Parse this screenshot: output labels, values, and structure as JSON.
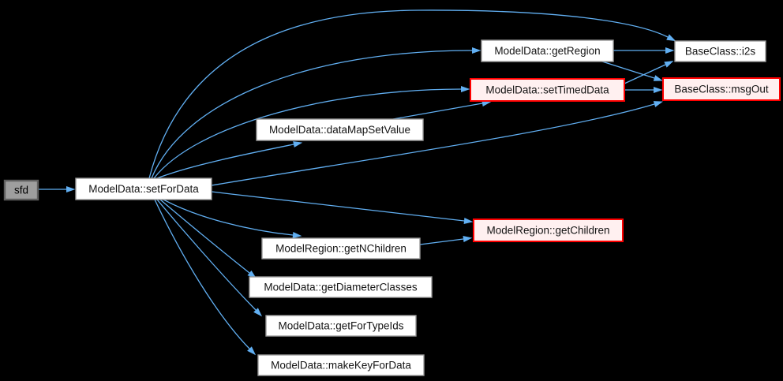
{
  "diagram": {
    "type": "call-graph",
    "background": "#000000",
    "edge_color": "#61aff2",
    "node_styles": {
      "default": {
        "fill": "#ffffff",
        "border": "#9b9b9b",
        "text": "#141414"
      },
      "highlight": {
        "fill": "#fff0f0",
        "border": "#ff0000",
        "text": "#141414"
      },
      "current": {
        "fill": "#9e9e9e",
        "border": "#5f5f5f",
        "text": "#000000"
      }
    },
    "nodes": [
      {
        "id": "sfd",
        "label": "sfd",
        "style": "current"
      },
      {
        "id": "setForData",
        "label": "ModelData::setForData",
        "style": "default"
      },
      {
        "id": "getRegion",
        "label": "ModelData::getRegion",
        "style": "default"
      },
      {
        "id": "i2s",
        "label": "BaseClass::i2s",
        "style": "default"
      },
      {
        "id": "setTimedData",
        "label": "ModelData::setTimedData",
        "style": "highlight"
      },
      {
        "id": "msgOut",
        "label": "BaseClass::msgOut",
        "style": "highlight"
      },
      {
        "id": "dataMapSetValue",
        "label": "ModelData::dataMapSetValue",
        "style": "default"
      },
      {
        "id": "getChildren",
        "label": "ModelRegion::getChildren",
        "style": "highlight"
      },
      {
        "id": "getNChildren",
        "label": "ModelRegion::getNChildren",
        "style": "default"
      },
      {
        "id": "getDiameterClasses",
        "label": "ModelData::getDiameterClasses",
        "style": "default"
      },
      {
        "id": "getForTypeIds",
        "label": "ModelData::getForTypeIds",
        "style": "default"
      },
      {
        "id": "makeKeyForData",
        "label": "ModelData::makeKeyForData",
        "style": "default"
      }
    ],
    "edges": [
      {
        "from": "sfd",
        "to": "setForData"
      },
      {
        "from": "setForData",
        "to": "getRegion"
      },
      {
        "from": "setForData",
        "to": "i2s"
      },
      {
        "from": "setForData",
        "to": "setTimedData"
      },
      {
        "from": "setForData",
        "to": "dataMapSetValue"
      },
      {
        "from": "setForData",
        "to": "msgOut"
      },
      {
        "from": "setForData",
        "to": "getChildren"
      },
      {
        "from": "setForData",
        "to": "getNChildren"
      },
      {
        "from": "setForData",
        "to": "getDiameterClasses"
      },
      {
        "from": "setForData",
        "to": "getForTypeIds"
      },
      {
        "from": "setForData",
        "to": "makeKeyForData"
      },
      {
        "from": "getRegion",
        "to": "i2s"
      },
      {
        "from": "getRegion",
        "to": "msgOut"
      },
      {
        "from": "setTimedData",
        "to": "i2s"
      },
      {
        "from": "setTimedData",
        "to": "msgOut"
      },
      {
        "from": "dataMapSetValue",
        "to": "setTimedData"
      },
      {
        "from": "getNChildren",
        "to": "getChildren"
      }
    ]
  }
}
